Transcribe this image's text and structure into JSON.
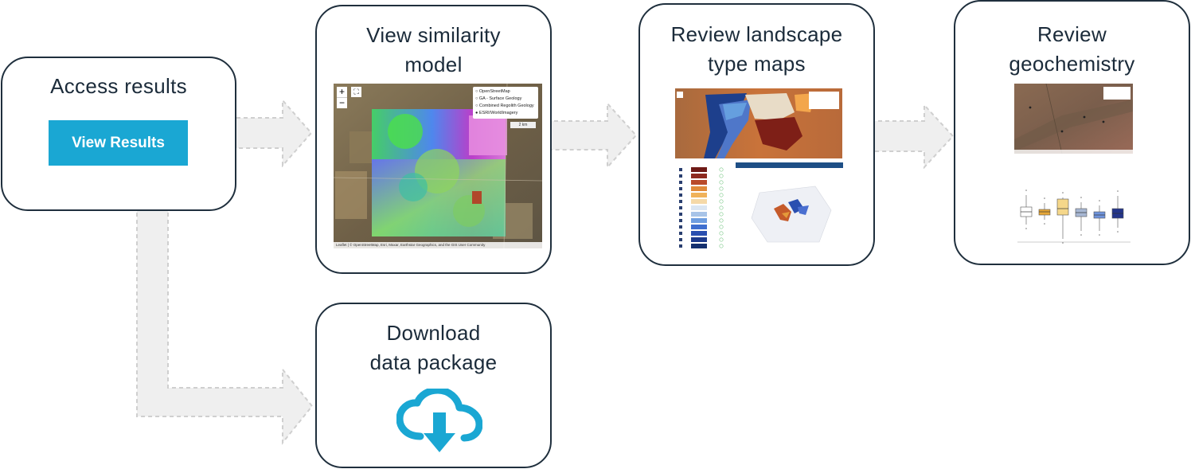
{
  "steps": {
    "access": {
      "title": "Access results",
      "button_label": "View Results"
    },
    "similarity": {
      "title_line1": "View similarity",
      "title_line2": "model",
      "zoom_in": "+",
      "zoom_out": "−",
      "layers": [
        "OpenStreetMap",
        "GA - Surface Geology",
        "Combined Regolith Geology",
        "ESRI/WorldImagery"
      ],
      "scale": "2 km",
      "attribution": "Leaflet | © OpenStreetMap, Esri, Maxar, Earthstar Geographics, and the GIS User Community"
    },
    "landscape": {
      "title_line1": "Review landscape",
      "title_line2": "type maps"
    },
    "geochem": {
      "title_line1": "Review",
      "title_line2": "geochemistry"
    },
    "download": {
      "title_line1": "Download",
      "title_line2": "data package"
    }
  },
  "icons": {
    "download": "cloud-download-icon"
  },
  "colors": {
    "border": "#1f2f3d",
    "accent": "#1aa7d3",
    "arrow": "#efefef"
  }
}
